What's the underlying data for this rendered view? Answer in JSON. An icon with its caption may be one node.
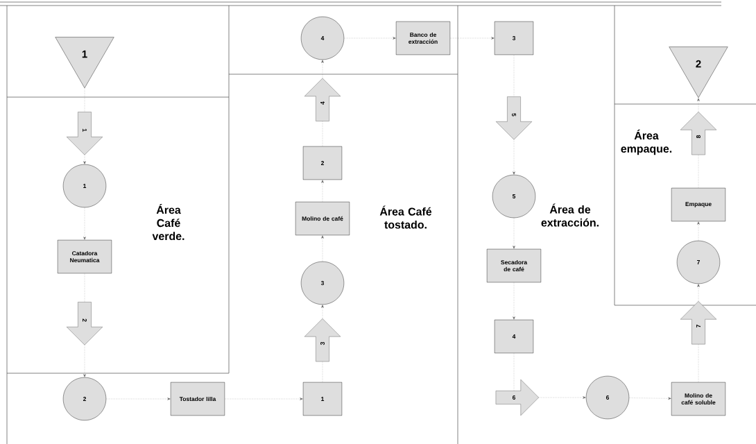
{
  "diagram": {
    "nodes": [
      {
        "text": [
          "1"
        ]
      },
      {
        "text": [
          "1"
        ]
      },
      {
        "text": [
          "Catadora Neumatica"
        ]
      },
      {
        "text": [
          "2"
        ]
      },
      {
        "text": [
          "Tostador lilla"
        ]
      },
      {
        "text": [
          "1"
        ]
      },
      {
        "text": [
          "3"
        ]
      },
      {
        "text": [
          "Molino de café"
        ]
      },
      {
        "text": [
          "2"
        ]
      },
      {
        "text": [
          "4"
        ]
      },
      {
        "text": [
          "Banco de extracción"
        ]
      },
      {
        "text": [
          "3"
        ]
      },
      {
        "text": [
          "5"
        ]
      },
      {
        "text": [
          "Secadora de café"
        ]
      },
      {
        "text": [
          "4"
        ]
      },
      {
        "text": [
          "6"
        ]
      },
      {
        "text": [
          "Molino de café soluble"
        ]
      },
      {
        "text": [
          "7"
        ]
      },
      {
        "text": [
          "Empaque"
        ]
      },
      {
        "text": [
          "2"
        ]
      }
    ],
    "edges": [
      {
        "from": 0,
        "to": 1,
        "arrow": "to",
        "label": "1"
      },
      {
        "from": 1,
        "to": 2,
        "arrow": "to"
      },
      {
        "from": 2,
        "to": 3,
        "arrow": "to",
        "label": "2"
      },
      {
        "from": 3,
        "to": 4,
        "arrow": "to"
      },
      {
        "from": 4,
        "to": 5,
        "arrow": "to"
      },
      {
        "from": 5,
        "to": 6,
        "arrow": "to",
        "label": "3"
      },
      {
        "from": 6,
        "to": 7,
        "arrow": "to"
      },
      {
        "from": 7,
        "to": 8,
        "arrow": "to"
      },
      {
        "from": 8,
        "to": 9,
        "arrow": "to",
        "label": "4"
      },
      {
        "from": 9,
        "to": 10,
        "arrow": "to"
      },
      {
        "from": 10,
        "to": 11,
        "arrow": "to"
      },
      {
        "from": 11,
        "to": 12,
        "arrow": "to",
        "label": "5"
      },
      {
        "from": 12,
        "to": 13,
        "arrow": "to"
      },
      {
        "from": 13,
        "to": 14,
        "arrow": "to"
      },
      {
        "from": 14,
        "to": 15,
        "arrow": "to",
        "label": "6"
      },
      {
        "from": 15,
        "to": 16,
        "arrow": "to"
      },
      {
        "from": 16,
        "to": 17,
        "arrow": "to",
        "label": "7"
      },
      {
        "from": 17,
        "to": 18,
        "arrow": "to"
      },
      {
        "from": 18,
        "to": 19,
        "arrow": "to",
        "label": "8"
      }
    ],
    "labels": [
      "Área Café verde.",
      "Área Café tostado.",
      "Área de extracción.",
      "Área empaque."
    ]
  }
}
